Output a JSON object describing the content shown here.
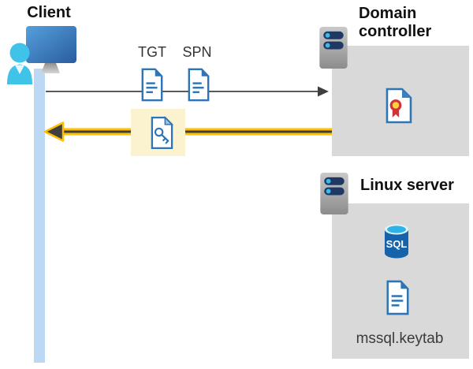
{
  "client": {
    "label": "Client"
  },
  "flow": {
    "tgt_label": "TGT",
    "spn_label": "SPN"
  },
  "domain_controller": {
    "label": "Domain controller"
  },
  "linux_server": {
    "label": "Linux server",
    "sql_badge": "SQL",
    "keytab_filename": "mssql.keytab"
  },
  "icons": {
    "client": "monitor-with-user",
    "server": "server-rack",
    "tgt": "document",
    "spn": "document",
    "session_key": "document-with-key",
    "certificate": "document-with-seal",
    "database": "sql-cylinder",
    "keytab": "document"
  },
  "colors": {
    "doc_blue": "#2E75B6",
    "fold_light_blue": "#9DC3E6",
    "highlight_yellow": "#FBF3CF",
    "arrow_yellow": "#FFC000",
    "arrow_dark": "#3F3F3F",
    "request_gray": "#595959",
    "box_gray": "#D9D9D9",
    "lifeline_blue": "#BDD8F4",
    "sql_body_blue": "#1663AC",
    "sql_top_cyan": "#2DB3E8",
    "person_cyan": "#3FC3E9",
    "monitor_blue": "#3B78BE",
    "server_navy": "#1F3864",
    "server_led_cyan": "#38BDE8",
    "cert_red": "#D13438",
    "cert_yellow": "#FFD23B"
  }
}
